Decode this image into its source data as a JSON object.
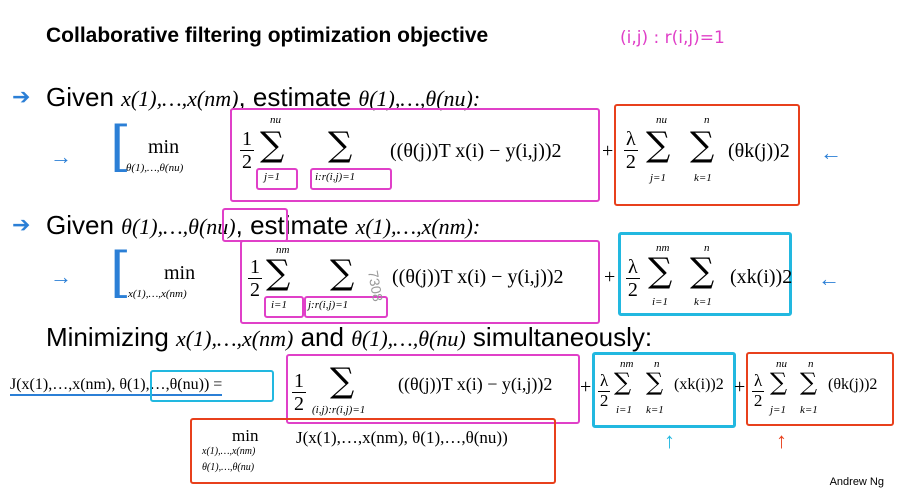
{
  "title": "Collaborative filtering optimization objective",
  "annotation": "(i,j) : r(i,j)=1",
  "given1": {
    "word": "Given",
    "vars": "x(1),…,x(nm)",
    "mid": ", estimate",
    "targets": "θ(1),…,θ(nu):"
  },
  "given2": {
    "word": "Given",
    "vars": "θ(1),…,θ(nu)",
    "mid": ", estimate",
    "targets": "x(1),…,x(nm):"
  },
  "minimizing": {
    "word": "Minimizing",
    "a": "x(1),…,x(nm)",
    "and": "and",
    "b": "θ(1),…,θ(nu)",
    "end": "simultaneously:"
  },
  "eq1": {
    "min": "min",
    "under": "θ(1),…,θ(nu)",
    "sum1_top": "nu",
    "sum1_bot": "j=1",
    "sum2_bot": "i:r(i,j)=1",
    "term": "((θ(j))T x(i) − y(i,j))2",
    "reg": "(θk(j))2",
    "reg_top1": "nu",
    "reg_bot1": "j=1",
    "reg_top2": "n",
    "reg_bot2": "k=1"
  },
  "eq2": {
    "min": "min",
    "under": "x(1),…,x(nm)",
    "sum1_top": "nm",
    "sum1_bot": "i=1",
    "sum2_bot": "j:r(i,j)=1",
    "term": "((θ(j))T x(i) − y(i,j))2",
    "reg": "(xk(i))2",
    "reg_top1": "nm",
    "reg_bot1": "i=1",
    "reg_top2": "n",
    "reg_bot2": "k=1"
  },
  "eq3": {
    "lhs": "J(x(1),…,x(nm), θ(1),…,θ(nu)) =",
    "sum_bot": "(i,j):r(i,j)=1",
    "term": "((θ(j))T x(i) − y(i,j))2",
    "reg1": "(xk(i))2",
    "reg1_top1": "nm",
    "reg1_bot1": "i=1",
    "reg1_top2": "n",
    "reg1_bot2": "k=1",
    "reg2": "(θk(j))2",
    "reg2_top1": "nu",
    "reg2_bot1": "j=1",
    "reg2_top2": "n",
    "reg2_bot2": "k=1"
  },
  "eq4": {
    "min": "min",
    "under1": "x(1),…,x(nm)",
    "under2": "θ(1),…,θ(nu)",
    "body": "J(x(1),…,x(nm), θ(1),…,θ(nu))"
  },
  "frac": {
    "num": "1",
    "den": "2",
    "lnum": "λ"
  },
  "watermark": "7308",
  "author": "Andrew Ng",
  "colors": {
    "pink": "#e040c8",
    "red": "#e8401c",
    "cyan": "#22b8e0",
    "blue": "#2b7fd6"
  }
}
